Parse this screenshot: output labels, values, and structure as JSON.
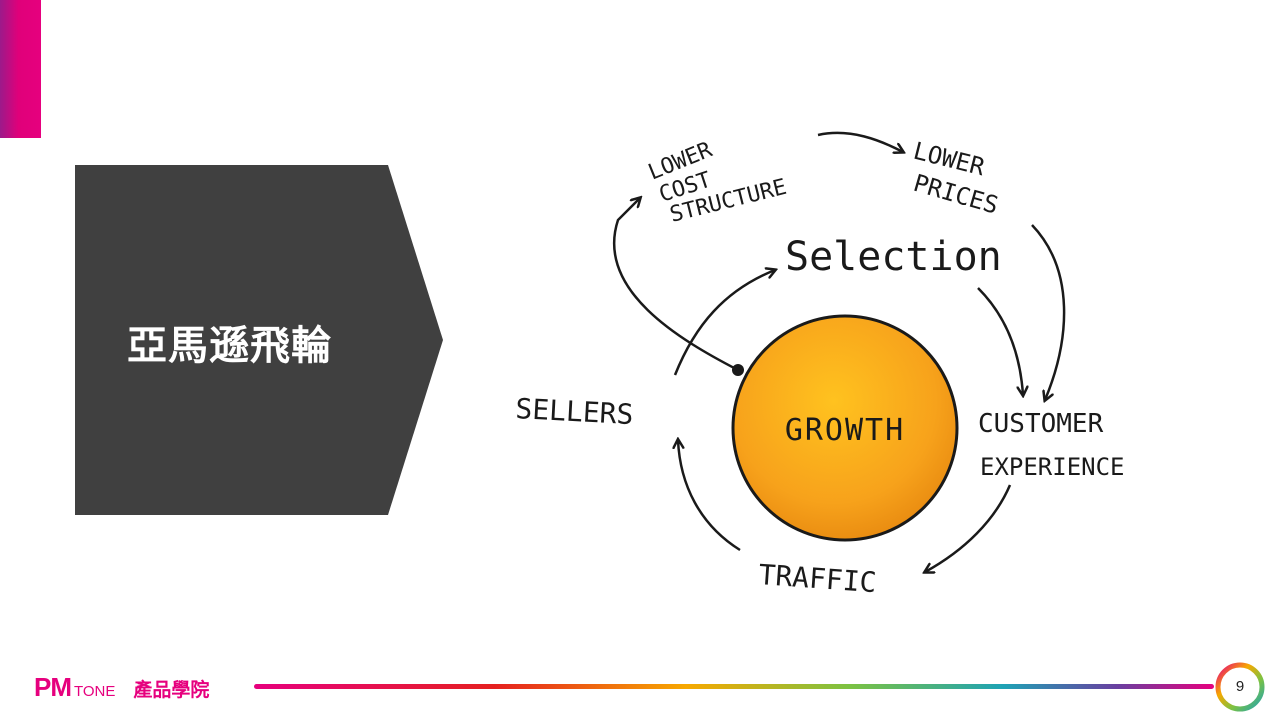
{
  "slide": {
    "title": "亞馬遜飛輪",
    "page_number": "9"
  },
  "footer": {
    "logo_pm": "PM",
    "logo_tone": "TONE",
    "logo_cn": "產品學院"
  },
  "flywheel": {
    "center": "GROWTH",
    "outer_loop": [
      "LOWER",
      "COST",
      "STRUCTURE",
      "LOWER",
      "PRICES"
    ],
    "inner_loop": {
      "selection": "Selection",
      "customer_1": "CUSTOMER",
      "customer_2": "EXPERIENCE",
      "traffic": "TRAFFIC",
      "sellers": "SELLERS"
    }
  },
  "colors": {
    "accent": "#e6007e",
    "title_box": "#404040",
    "growth_fill": "#f7a21b"
  }
}
